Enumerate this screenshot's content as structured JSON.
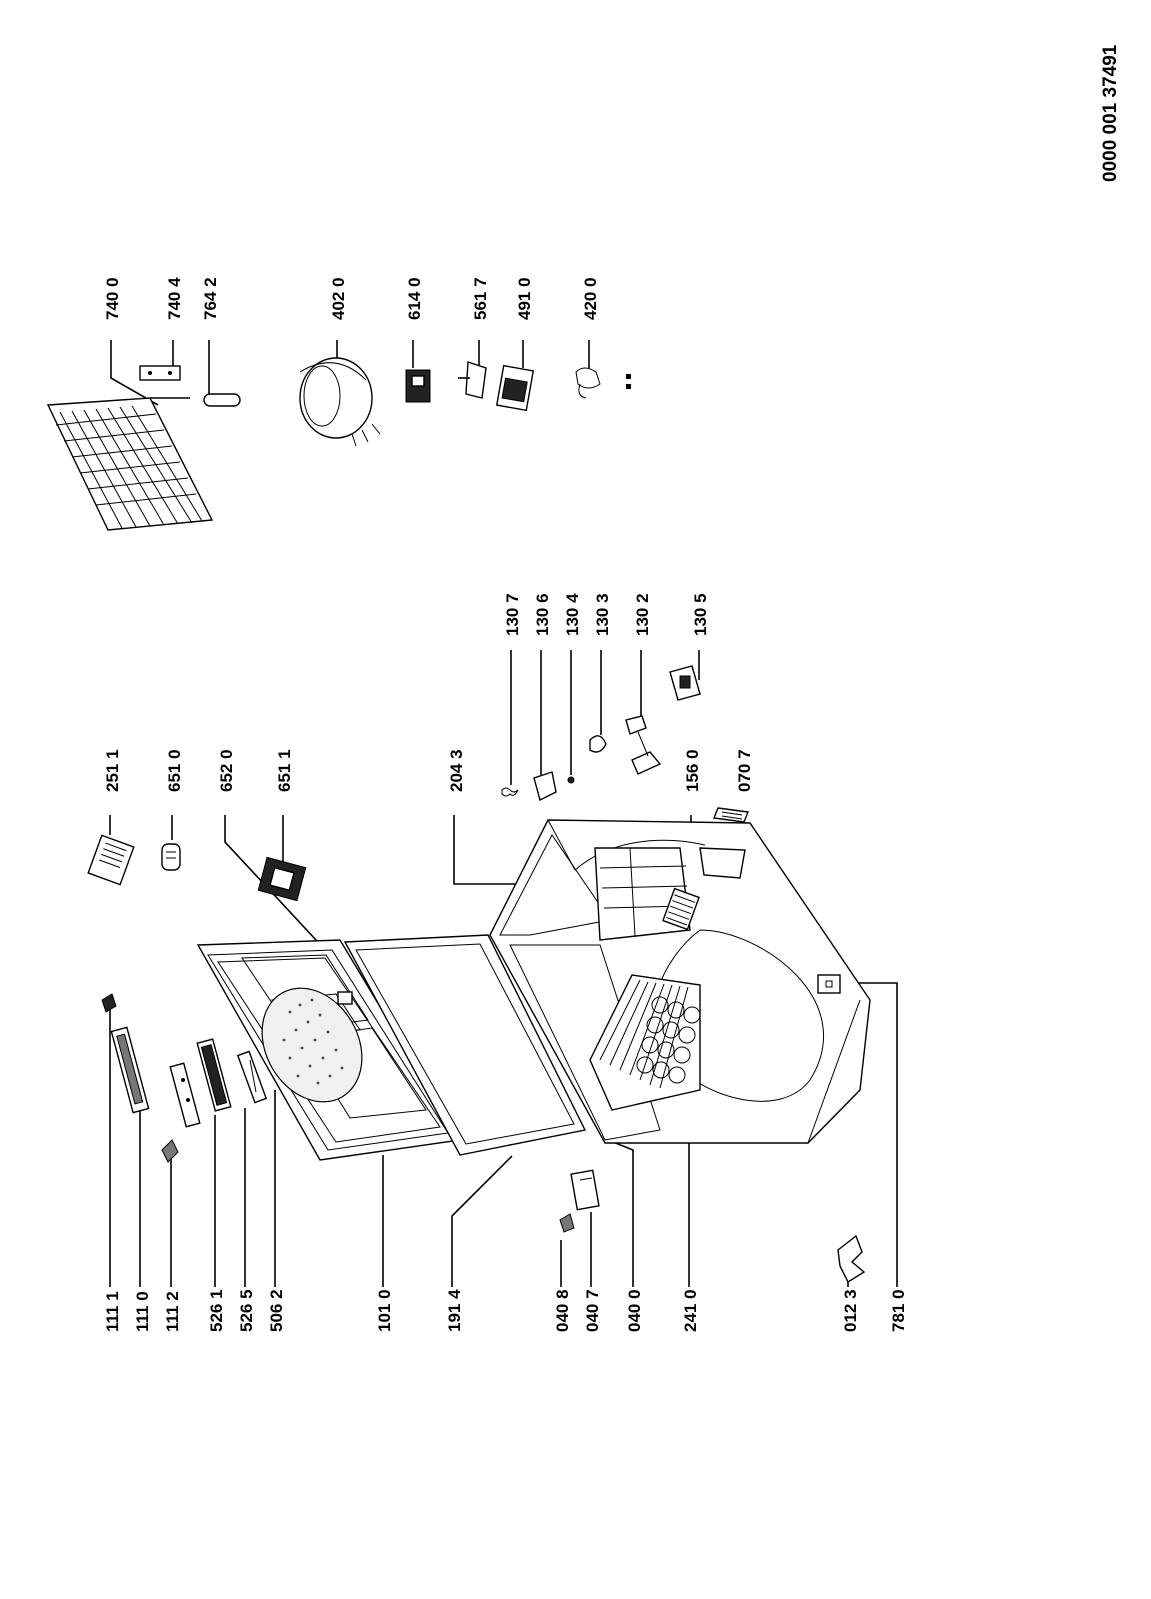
{
  "document_number": "0000 001 37491",
  "labels": {
    "p1111": "111 1",
    "p1110": "111 0",
    "p1112": "111 2",
    "p5261": "526 1",
    "p5265": "526 5",
    "p5062": "506 2",
    "p1010": "101 0",
    "p1914": "191 4",
    "p0408": "040 8",
    "p0407": "040 7",
    "p0400": "040 0",
    "p2410": "241 0",
    "p0123": "012 3",
    "p7810": "781 0",
    "p2511": "251 1",
    "p6510": "651 0",
    "p6520": "652 0",
    "p6511": "651 1",
    "p2043": "204 3",
    "p1560": "156 0",
    "p0707": "070 7",
    "p1307": "130 7",
    "p1306": "130 6",
    "p1304": "130 4",
    "p1303": "130 3",
    "p1302": "130 2",
    "p1305": "130 5",
    "p7400": "740 0",
    "p7404": "740 4",
    "p7642": "764 2",
    "p4020": "402 0",
    "p6140": "614 0",
    "p5617": "561 7",
    "p4910": "491 0",
    "p4200": "420 0"
  }
}
